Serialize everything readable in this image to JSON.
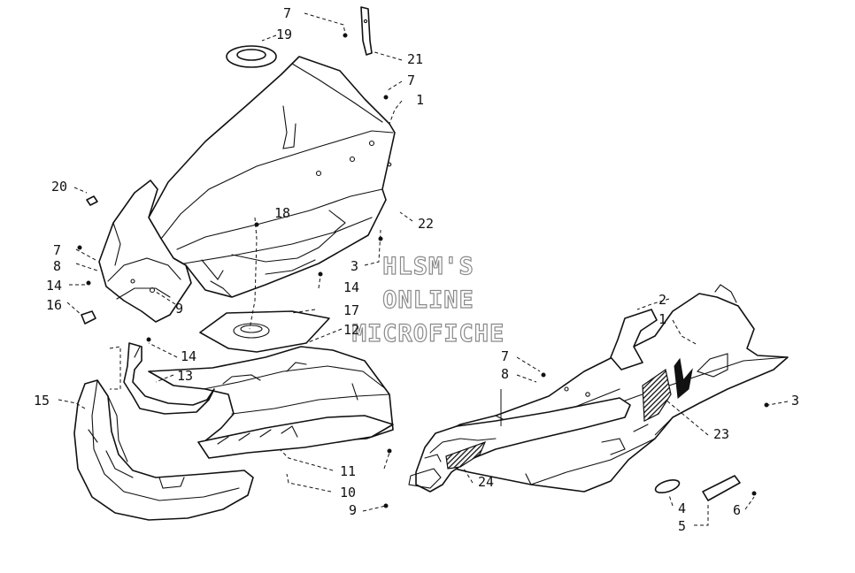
{
  "watermark": {
    "lines": [
      "HLSM'S",
      "ONLINE",
      "MICROFICHE"
    ]
  },
  "callouts": {
    "n7_top": "7",
    "n19": "19",
    "n21": "21",
    "n7_right": "7",
    "n1_top": "1",
    "n20": "20",
    "n18": "18",
    "n22": "22",
    "n7_left": "7",
    "n8_left": "8",
    "n3_mid": "3",
    "n14_a": "14",
    "n14_b": "14",
    "n16": "16",
    "n9_left": "9",
    "n17": "17",
    "n12": "12",
    "n14_c": "14",
    "n13": "13",
    "n15": "15",
    "n11": "11",
    "n10": "10",
    "n2": "2",
    "n1_right": "1",
    "n7_mid": "7",
    "n8_mid": "8",
    "n3_right": "3",
    "n23": "23",
    "n24": "24",
    "n9_bottom": "9",
    "n4": "4",
    "n5": "5",
    "n6": "6"
  }
}
